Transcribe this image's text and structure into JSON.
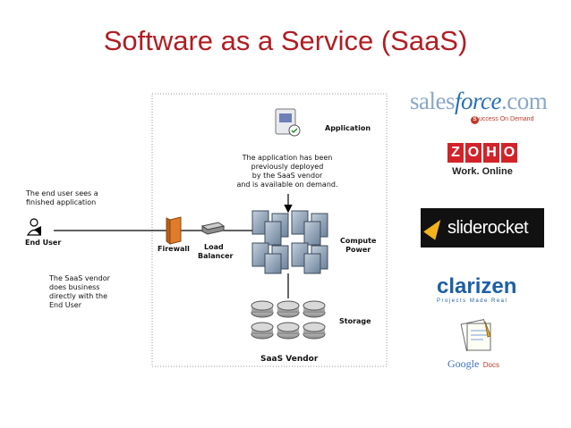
{
  "title": "Software as a Service (SaaS)",
  "diagram": {
    "application_label": "Application",
    "application_note": [
      "The application has been",
      "previously deployed",
      "by the SaaS vendor",
      "and is available on demand."
    ],
    "end_user_note": [
      "The end user sees a",
      "finished application"
    ],
    "end_user_label": "End User",
    "firewall_label": "Firewall",
    "load_balancer_label": [
      "Load",
      "Balancer"
    ],
    "compute_power_label": [
      "Compute",
      "Power"
    ],
    "storage_label": "Storage",
    "vendor_note": [
      "The SaaS vendor",
      "does business",
      "directly with the",
      "End User"
    ],
    "saas_vendor_label": "SaaS Vendor"
  },
  "logos": {
    "salesforce": {
      "text_a": "sales",
      "text_b": "force",
      "text_c": ".com",
      "tagline": "uccess On Demand",
      "tagline_initial": "S"
    },
    "zoho": {
      "letters": [
        "Z",
        "O",
        "H",
        "O"
      ],
      "tagline": "Work. Online"
    },
    "sliderocket": {
      "text": "sliderocket"
    },
    "clarizen": {
      "text": "clarizen",
      "tagline": "Projects Made Real"
    },
    "google_docs": {
      "text_a": "Google",
      "text_b": "Docs"
    }
  },
  "colors": {
    "title": "#b01e23",
    "firewall": "#e07b2a",
    "server": "#7c94ae",
    "disk": "#a9a9a9",
    "salesforce_blue": "#2a6fb0",
    "zoho_red": "#d2232a",
    "clarizen_blue": "#1d5fa5"
  }
}
